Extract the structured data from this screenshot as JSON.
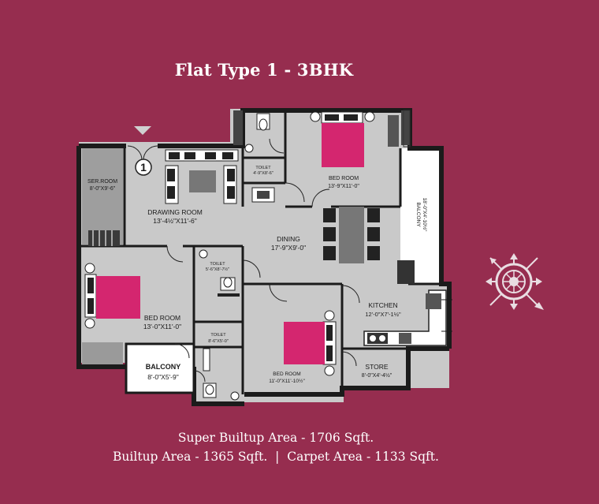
{
  "title": "Flat Type 1 - 3BHK",
  "unit_number": "1",
  "rooms": {
    "ser_room": {
      "name": "SER.ROOM",
      "size": "8'-0\"X9'-6\""
    },
    "drawing_room": {
      "name": "DRAWING ROOM",
      "size": "13'-4½\"X11'-6\""
    },
    "toilet_top": {
      "name": "TOILET",
      "size": "4'-9\"X8'-6\""
    },
    "bed_room_top": {
      "name": "BED ROOM",
      "size": "13'-9\"X11'-0\""
    },
    "balcony_right": {
      "name": "BALCONY",
      "size": "18'-0\"X4'-10½\""
    },
    "dining": {
      "name": "DINING",
      "size": "17'-9\"X9'-0\""
    },
    "toilet_mid": {
      "name": "TOILET",
      "size": "5'-6\"X8'-7½\""
    },
    "bed_room_left": {
      "name": "BED ROOM",
      "size": "13'-0\"X11'-0\""
    },
    "toilet_low": {
      "name": "TOILET",
      "size": "8'-6\"X5'-0\""
    },
    "bed_room_bottom": {
      "name": "BED ROOM",
      "size": "11'-0\"X11'-10½\""
    },
    "kitchen": {
      "name": "KITCHEN",
      "size": "12'-0\"X7'-1½\""
    },
    "store": {
      "name": "STORE",
      "size": "8'-0\"X4'-4½\""
    },
    "balcony_left": {
      "name": "BALCONY",
      "size": "8'-0\"X5'-9\""
    }
  },
  "areas": {
    "super_builtup": "Super Builtup Area - 1706 Sqft.",
    "builtup": "Builtup Area - 1365 Sqft.",
    "separator": "|",
    "carpet": "Carpet Area - 1133 Sqft."
  },
  "colors": {
    "background": "#962d4f",
    "floor": "#c9c9c9",
    "wall": "#1b1b1b",
    "bed": "#d4266f",
    "white": "#ffffff"
  },
  "icons": {
    "compass": "compass-rose-icon",
    "entry": "entry-arrow-icon"
  }
}
